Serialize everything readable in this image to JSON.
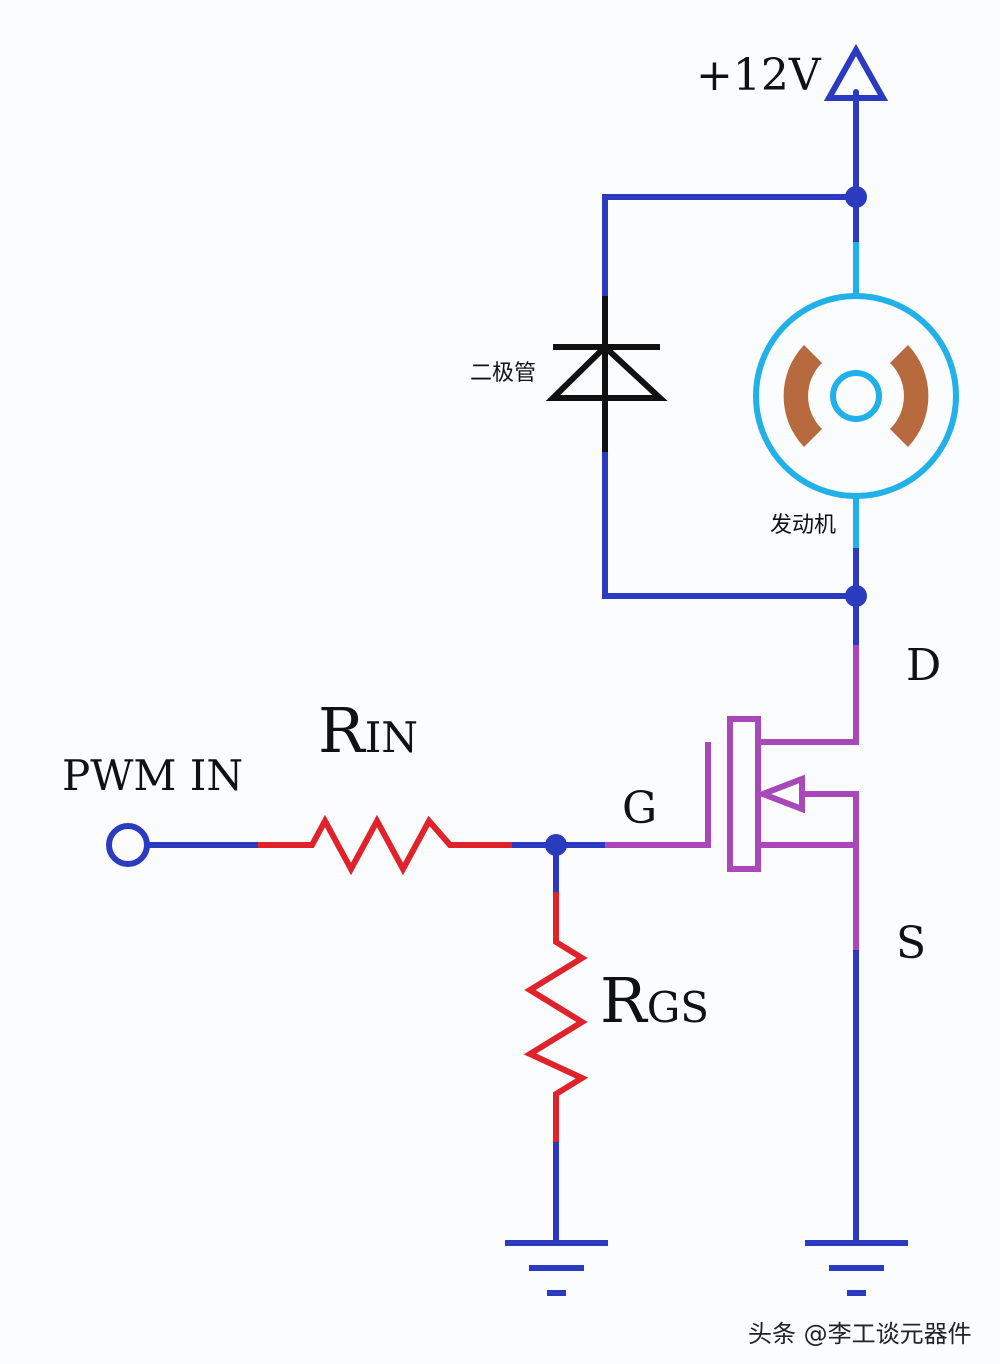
{
  "labels": {
    "supply": "+12V",
    "pwm_in": "PWM IN",
    "r_in_main": "R",
    "r_in_sub": "IN",
    "r_gs_main": "R",
    "r_gs_sub": "GS",
    "gate": "G",
    "drain": "D",
    "source": "S",
    "diode": "二极管",
    "motor": "发动机"
  },
  "watermark": "头条 @李工谈元器件",
  "colors": {
    "wire": "#2b3bc0",
    "resistor": "#e0232b",
    "mosfet": "#a948b8",
    "motor_ring": "#22b0e8",
    "motor_magnet": "#b86a3f",
    "diode": "#111111"
  }
}
